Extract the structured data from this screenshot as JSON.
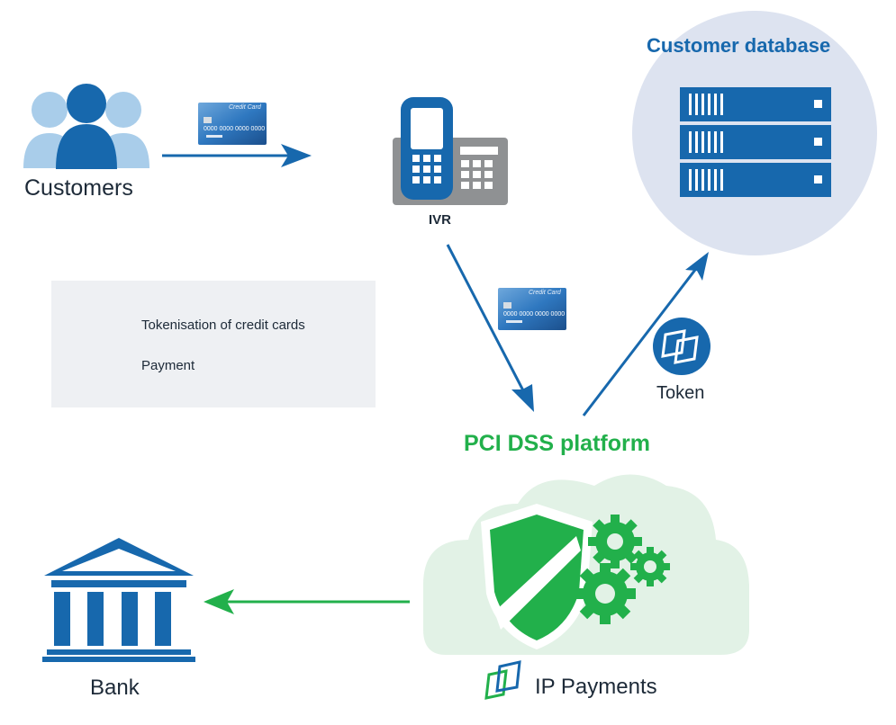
{
  "nodes": {
    "customers": "Customers",
    "ivr": "IVR",
    "customer_database": "Customer database",
    "token": "Token",
    "pci_platform": "PCI DSS platform",
    "bank": "Bank",
    "ip_payments": "IP Payments"
  },
  "legend": {
    "tokenisation": "Tokenisation of credit cards",
    "payment": "Payment"
  },
  "card": {
    "title": "Credit Card",
    "number": "0000 0000 0000 0000"
  },
  "colors": {
    "blue_dark": "#1768ad",
    "blue_light": "#a9cdea",
    "green": "#22b04b",
    "green_light": "#e2f2e6",
    "db_circle": "#dde3f0",
    "gray_phone": "#8f9193"
  },
  "icons": [
    "people-icon",
    "credit-card-icon",
    "phone-icon",
    "server-icon",
    "token-icon",
    "cloud-icon",
    "shield-icon",
    "gear-icon",
    "bank-icon",
    "ip-payments-logo-icon"
  ]
}
